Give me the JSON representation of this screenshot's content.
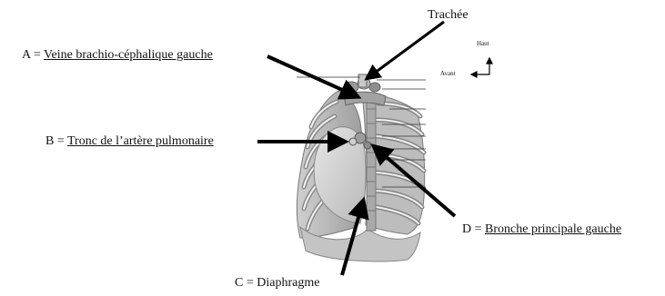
{
  "labels": {
    "trachea": "Trachée",
    "a_prefix": "A = ",
    "a_name": "Veine brachio-céphalique gauche",
    "b_prefix": "B = ",
    "b_name": "Tronc de l’artère pulmonaire",
    "c_text": "C = Diaphragme",
    "d_prefix": "D = ",
    "d_name": "Bronche principale gauche"
  },
  "orientation": {
    "up": "Haut",
    "front": "Avant"
  }
}
